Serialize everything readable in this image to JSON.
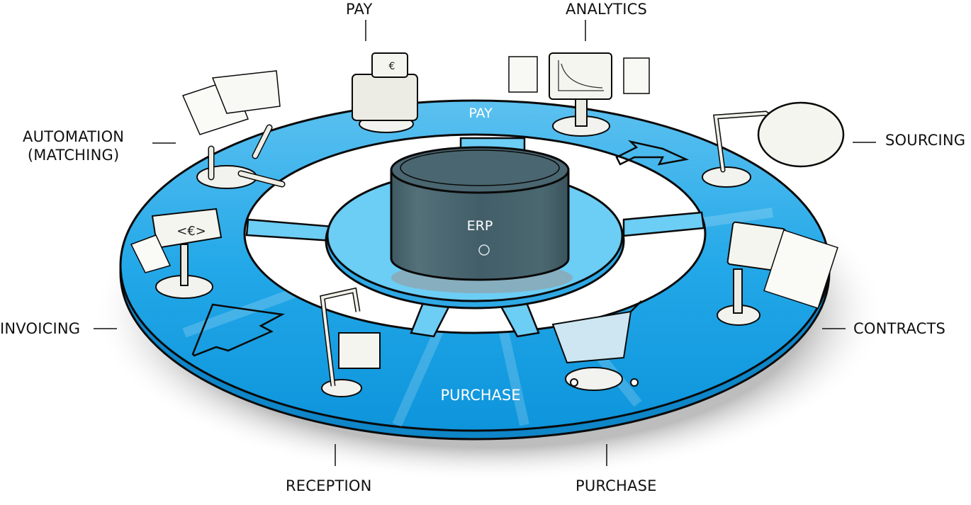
{
  "diagram": {
    "center": {
      "label": "ERP"
    },
    "ring_labels": {
      "top": "PAY",
      "bottom": "PURCHASE"
    },
    "stations": [
      {
        "id": "pay",
        "label": "PAY",
        "icon": "cash-register-icon"
      },
      {
        "id": "analytics",
        "label": "ANALYTICS",
        "icon": "analytics-monitor-icon"
      },
      {
        "id": "sourcing",
        "label": "SOURCING",
        "icon": "robot-arm-magnifier-icon"
      },
      {
        "id": "contracts",
        "label": "CONTRACTS",
        "icon": "contract-terminal-icon"
      },
      {
        "id": "purchase",
        "label": "PURCHASE",
        "icon": "shopping-cart-icon"
      },
      {
        "id": "reception",
        "label": "RECEPTION",
        "icon": "scanner-robot-icon"
      },
      {
        "id": "invoicing",
        "label": "INVOICING",
        "icon": "invoice-scroll-icon"
      },
      {
        "id": "automation",
        "label": "AUTOMATION",
        "label_line2": "(MATCHING)",
        "icon": "matching-robot-icon"
      }
    ],
    "colors": {
      "ring_blue": "#1fa3e6",
      "ring_light": "#5cc1f0",
      "inner_blue": "#6ccdf5",
      "erp_dark": "#3f5a64",
      "outline": "#0a0a0a",
      "shadow": "#c9c9c9"
    }
  }
}
